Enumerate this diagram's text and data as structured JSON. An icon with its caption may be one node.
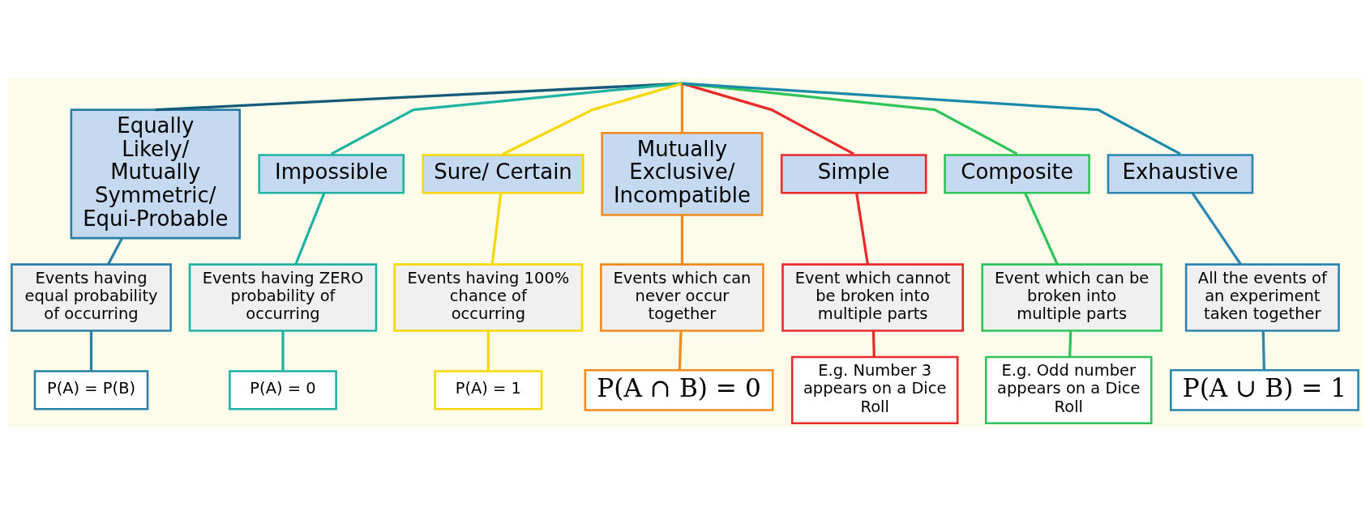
{
  "diagram": {
    "nodes": [
      {
        "text": [
          "Equally Likely/ Mutually Symmetric/ Equi-Probable"
        ]
      },
      {
        "text": [
          "Events having equal probability of occurring"
        ]
      },
      {
        "text": [
          "P(A) = P(B)"
        ]
      },
      {
        "text": [
          "Impossible"
        ]
      },
      {
        "text": [
          "Events having ZERO probability of occurring"
        ]
      },
      {
        "text": [
          "P(A) = 0"
        ]
      },
      {
        "text": [
          "Sure/ Certain"
        ]
      },
      {
        "text": [
          "Events having 100% chance of occurring"
        ]
      },
      {
        "text": [
          "P(A) = 1"
        ]
      },
      {
        "text": [
          "Mutually Exclusive/ Incompatible"
        ]
      },
      {
        "text": [
          "Events which can never occur together"
        ]
      },
      {
        "text": [
          "P(A ∩ B) = 0"
        ]
      },
      {
        "text": [
          "Simple"
        ]
      },
      {
        "text": [
          "Event which cannot be broken into multiple parts"
        ]
      },
      {
        "text": [
          "E.g. Number 3 appears on a Dice Roll"
        ]
      },
      {
        "text": [
          "Composite"
        ]
      },
      {
        "text": [
          "Event which can be broken into multiple parts"
        ]
      },
      {
        "text": [
          "E.g. Odd number appears on a Dice Roll"
        ]
      },
      {
        "text": [
          "Exhaustive"
        ]
      },
      {
        "text": [
          "All the events of an experiment taken together"
        ]
      },
      {
        "text": [
          "P(A ∪ B) = 1"
        ]
      }
    ],
    "edges": [
      {
        "from": null,
        "to": 0,
        "arrow": "none",
        "color": "#155a78"
      },
      {
        "from": 0,
        "to": 1,
        "arrow": "none",
        "color": "#2a7fa8"
      },
      {
        "from": 1,
        "to": 2,
        "arrow": "none",
        "color": "#2a7fa8"
      },
      {
        "from": null,
        "to": 3,
        "arrow": "none",
        "color": "#1fb3a3"
      },
      {
        "from": 3,
        "to": 4,
        "arrow": "none",
        "color": "#1fb3a3"
      },
      {
        "from": 4,
        "to": 5,
        "arrow": "none",
        "color": "#1fb3a3"
      },
      {
        "from": null,
        "to": 6,
        "arrow": "none",
        "color": "#f5d800"
      },
      {
        "from": 6,
        "to": 7,
        "arrow": "none",
        "color": "#f5d800"
      },
      {
        "from": 7,
        "to": 8,
        "arrow": "none",
        "color": "#f5d800"
      },
      {
        "from": null,
        "to": 9,
        "arrow": "none",
        "color": "#f08a1c"
      },
      {
        "from": 9,
        "to": 10,
        "arrow": "none",
        "color": "#f08a1c"
      },
      {
        "from": 10,
        "to": 11,
        "arrow": "none",
        "color": "#f08a1c"
      },
      {
        "from": null,
        "to": 12,
        "arrow": "none",
        "color": "#e82a2a"
      },
      {
        "from": 12,
        "to": 13,
        "arrow": "none",
        "color": "#e82a2a"
      },
      {
        "from": 13,
        "to": 14,
        "arrow": "none",
        "color": "#e82a2a"
      },
      {
        "from": null,
        "to": 15,
        "arrow": "none",
        "color": "#2ec45a"
      },
      {
        "from": 15,
        "to": 16,
        "arrow": "none",
        "color": "#2ec45a"
      },
      {
        "from": 16,
        "to": 17,
        "arrow": "none",
        "color": "#2ec45a"
      },
      {
        "from": null,
        "to": 18,
        "arrow": "none",
        "color": "#1a8aa8"
      },
      {
        "from": 18,
        "to": 19,
        "arrow": "none",
        "color": "#2a85b0"
      },
      {
        "from": 19,
        "to": 20,
        "arrow": "none",
        "color": "#2a85b0"
      }
    ]
  }
}
